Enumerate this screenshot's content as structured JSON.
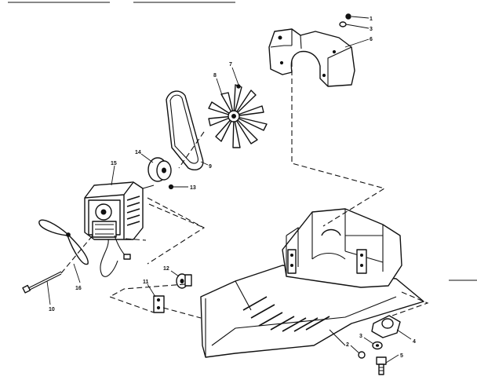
{
  "callouts": {
    "c1_top": "1",
    "c3_top": "3",
    "c6": "6",
    "c7": "7",
    "c8": "8",
    "c9": "9",
    "c13": "13",
    "c14": "14",
    "c15": "15",
    "c16": "16",
    "c10": "10",
    "c11": "11",
    "c12": "12",
    "c2_bottom": "2",
    "c3_bottom": "3",
    "c4": "4",
    "c5": "5"
  }
}
